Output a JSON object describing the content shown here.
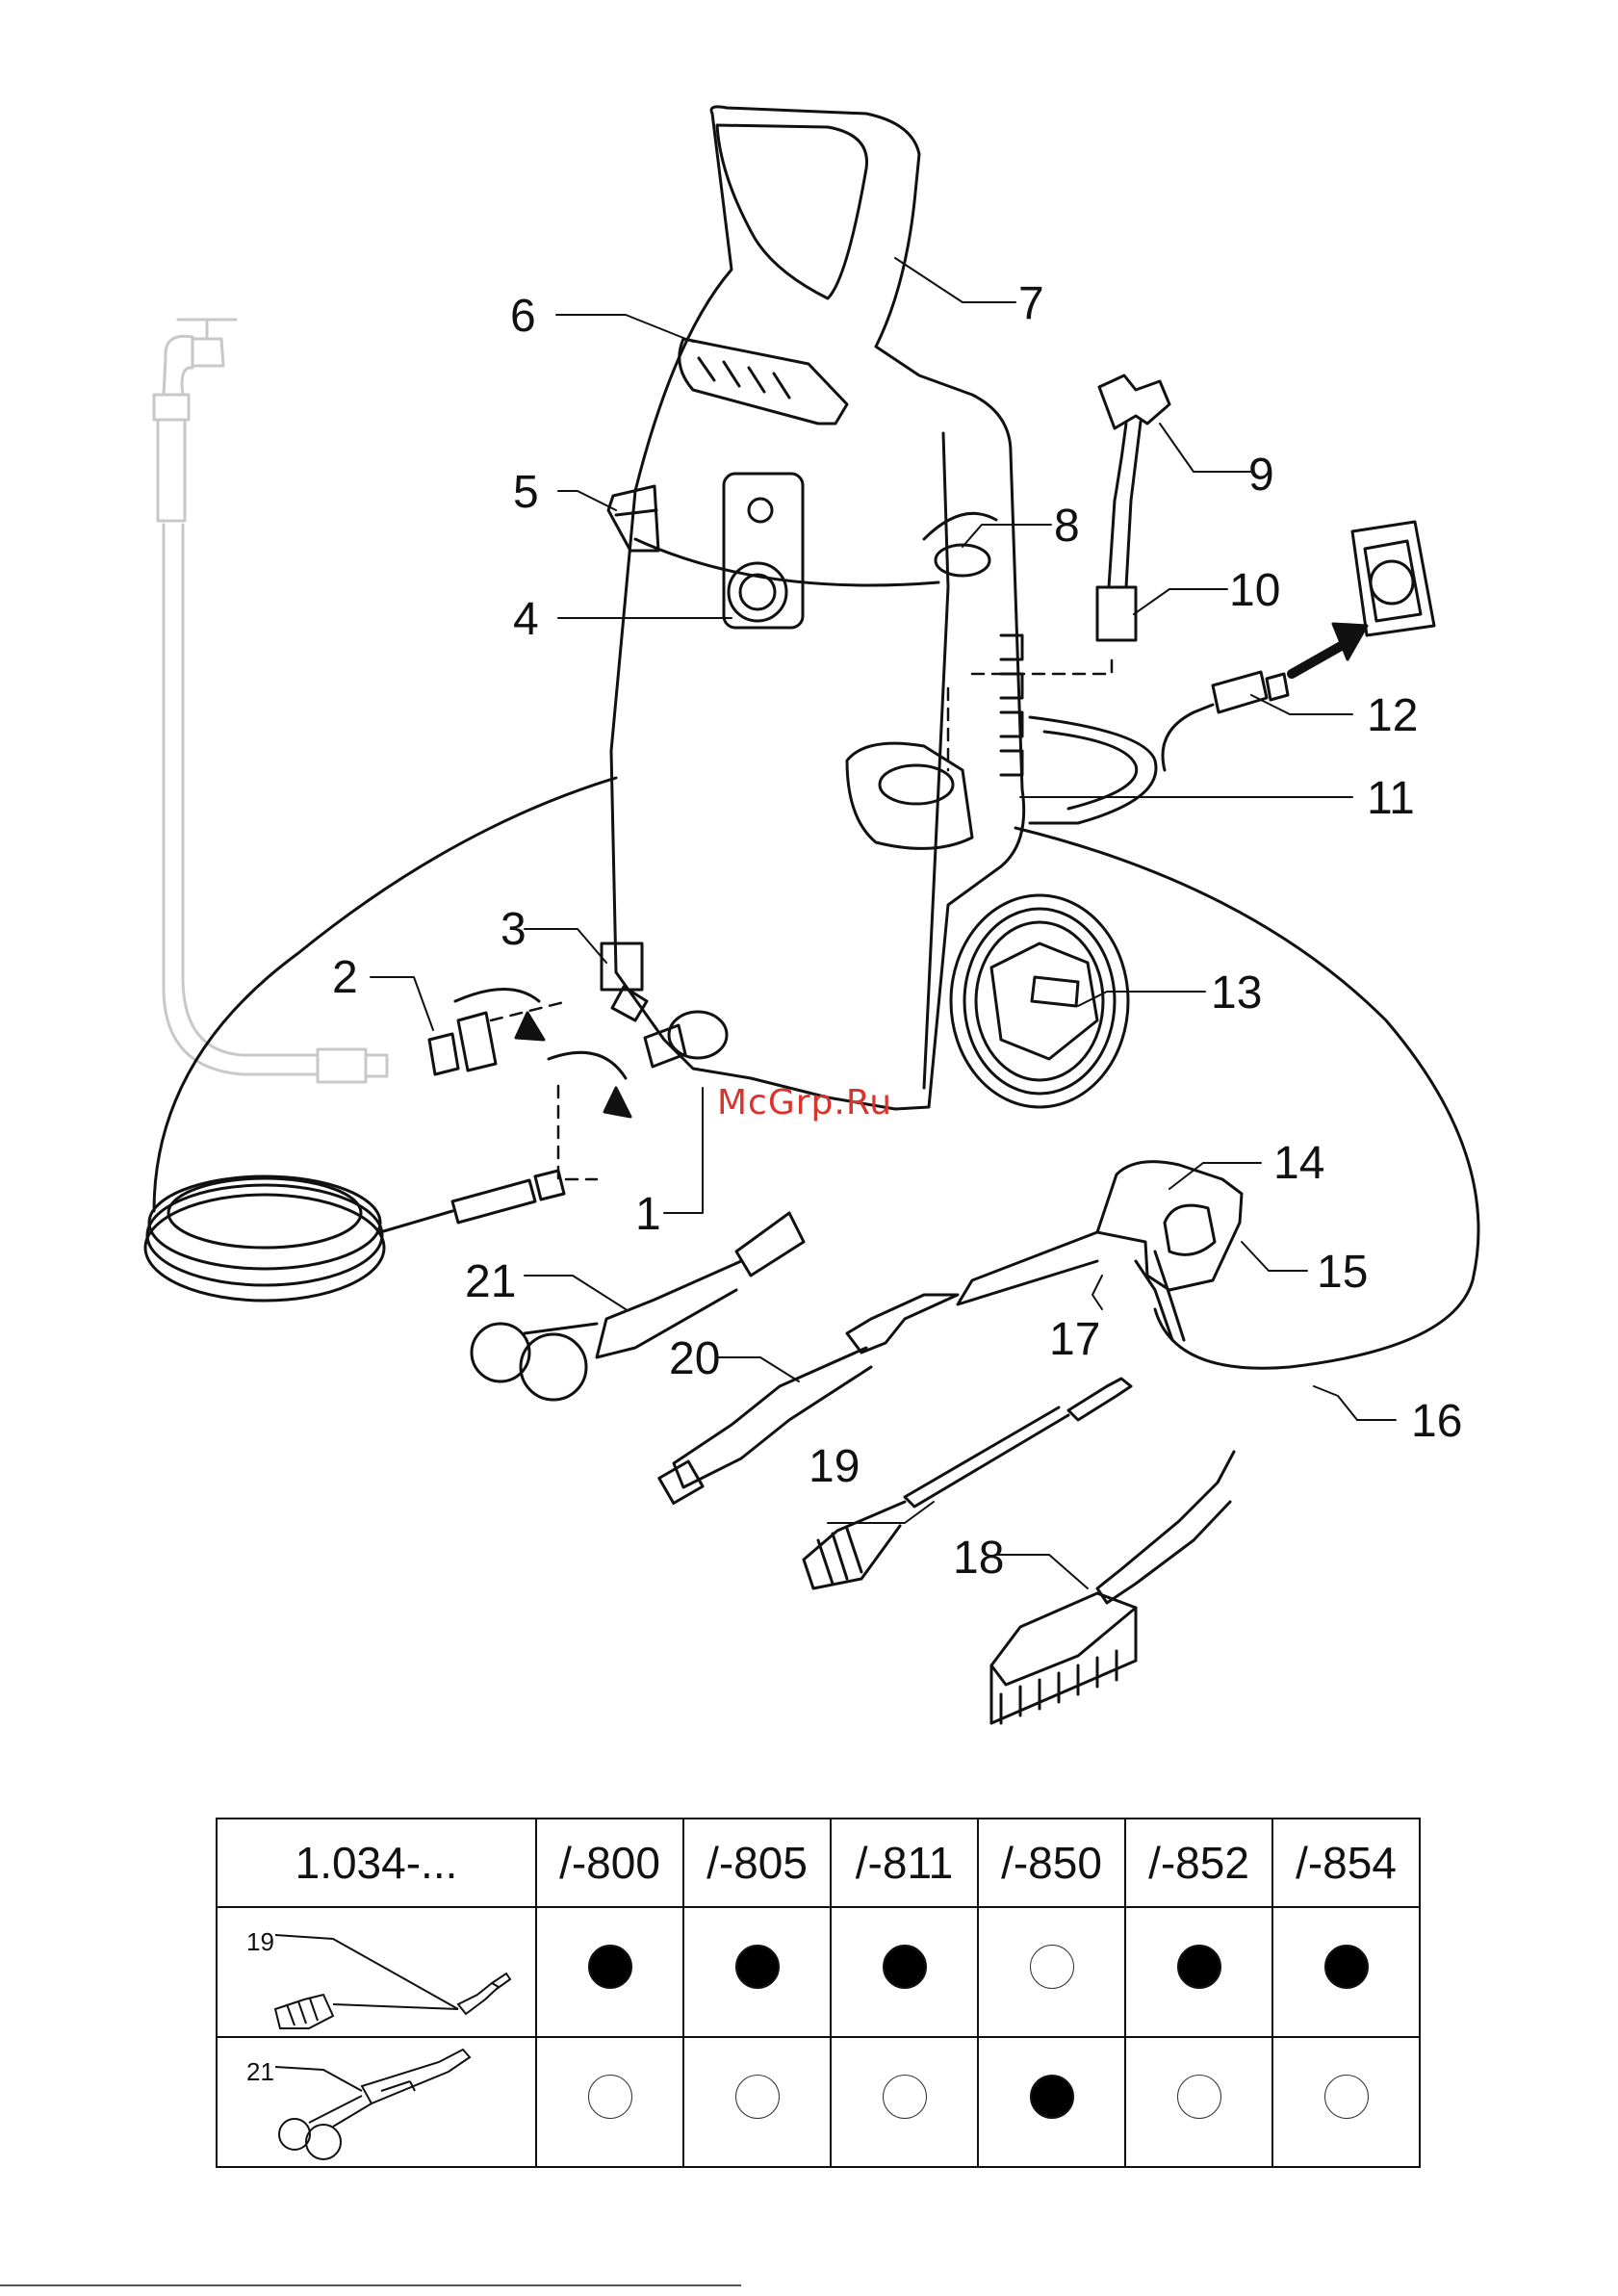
{
  "watermark": "McGrp.Ru",
  "callouts": [
    {
      "id": "1",
      "label": "1"
    },
    {
      "id": "2",
      "label": "2"
    },
    {
      "id": "3",
      "label": "3"
    },
    {
      "id": "4",
      "label": "4"
    },
    {
      "id": "5",
      "label": "5"
    },
    {
      "id": "6",
      "label": "6"
    },
    {
      "id": "7",
      "label": "7"
    },
    {
      "id": "8",
      "label": "8"
    },
    {
      "id": "9",
      "label": "9"
    },
    {
      "id": "10",
      "label": "10"
    },
    {
      "id": "11",
      "label": "11"
    },
    {
      "id": "12",
      "label": "12"
    },
    {
      "id": "13",
      "label": "13"
    },
    {
      "id": "14",
      "label": "14"
    },
    {
      "id": "15",
      "label": "15"
    },
    {
      "id": "16",
      "label": "16"
    },
    {
      "id": "17",
      "label": "17"
    },
    {
      "id": "18",
      "label": "18"
    },
    {
      "id": "19",
      "label": "19"
    },
    {
      "id": "20",
      "label": "20"
    },
    {
      "id": "21",
      "label": "21"
    }
  ],
  "table": {
    "model_prefix": "1.034-...",
    "variants": [
      "/-800",
      "/-805",
      "/-811",
      "/-850",
      "/-852",
      "/-854"
    ],
    "rows": [
      {
        "part": "19",
        "included": [
          true,
          true,
          true,
          false,
          true,
          true
        ]
      },
      {
        "part": "21",
        "included": [
          false,
          false,
          false,
          true,
          false,
          false
        ]
      }
    ]
  },
  "colors": {
    "ink": "#111111",
    "faded": "#c8c8c8",
    "watermark": "#d9342b"
  }
}
